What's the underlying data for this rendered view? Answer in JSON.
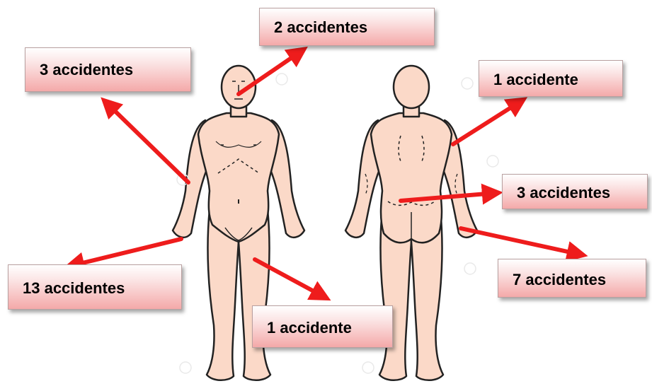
{
  "labels": {
    "nose": "2 accidentes",
    "arm_front": "3 accidentes",
    "shoulder_back": "1 accidente",
    "lower_back": "3 accidentes",
    "hand_front": "13 accidentes",
    "hand_back": "7 accidentes",
    "knee": "1 accidente"
  },
  "colors": {
    "arrow": "#ee1c1c",
    "skin": "#fbd9c8",
    "outline": "#222222",
    "label_top": "#ffffff",
    "label_bottom": "#f4a9a9"
  }
}
